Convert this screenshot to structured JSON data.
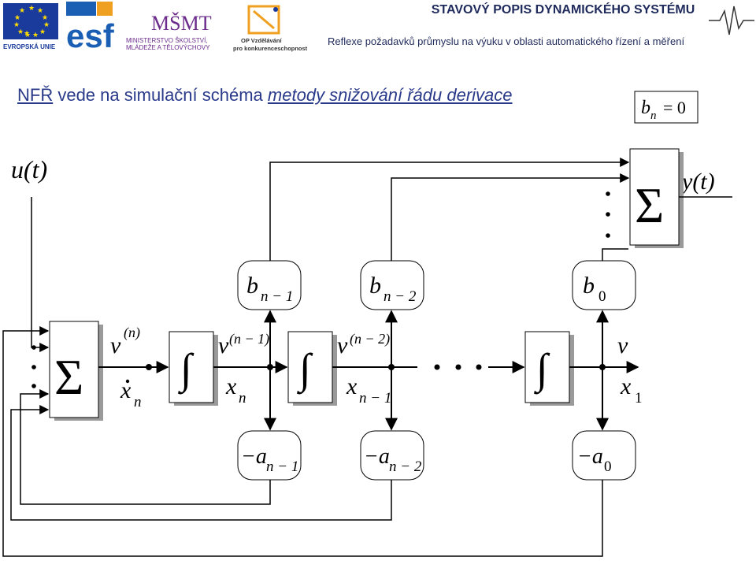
{
  "header": {
    "eu_label": "EVROPSKÁ UNIE",
    "esf_label": "esf",
    "msmt_label": "MŠMT",
    "ministry_line1": "MINISTERSTVO ŠKOLSTVÍ,",
    "ministry_line2": "MLÁDEŽE A TĚLOVÝCHOVY",
    "op_line1": "OP Vzdělávání",
    "op_line2": "pro konkurenceschopnost",
    "title": "STAVOVÝ POPIS DYNAMICKÉHO SYSTÉMU",
    "subtitle": "Reflexe požadavků průmyslu na výuku v oblasti automatického řízení a měření"
  },
  "slide": {
    "title_lead": "NFŘ",
    "title_mid": " vede na simulační schéma ",
    "title_method": "metody snižování řádu derivace"
  },
  "diagram": {
    "condition": {
      "var": "b",
      "sub": "n",
      "rhs": "= 0"
    },
    "input": "u(t)",
    "output": "y(t)",
    "sum_symbol": "Σ",
    "integral_symbol": "∫",
    "dots": "…",
    "b_gains": [
      {
        "label": "b",
        "sub": "n − 1"
      },
      {
        "label": "b",
        "sub": "n − 2"
      },
      {
        "label": "b",
        "sub": "0"
      }
    ],
    "a_gains": [
      {
        "label": "−a",
        "sub": "n − 1"
      },
      {
        "label": "−a",
        "sub": "n − 2"
      },
      {
        "label": "−a",
        "sub": "0"
      }
    ],
    "signals": {
      "v_n_base": "v",
      "v_n_sup": "(n)",
      "xdot_base": "x",
      "xdot_sub": "n",
      "v_n1_base": "v",
      "v_n1_sup": "(n − 1)",
      "x_n_base": "x",
      "x_n_sub": "n",
      "v_n2_base": "v",
      "v_n2_sup": "(n − 2)",
      "x_n1_base": "x",
      "x_n1_sub": "n − 1",
      "v_base": "v",
      "x_1_base": "x",
      "x_1_sub": "1"
    }
  },
  "colors": {
    "header_text": "#1f2a5c",
    "title_text": "#2a3a8a",
    "eu_blue": "#1a3b9c",
    "eu_star": "#ffdd00",
    "esf_blue": "#1b5fb4",
    "msmt_purple": "#6c2c8c",
    "op_orange": "#f0a020",
    "block_shadow": "#9a9a9a"
  }
}
